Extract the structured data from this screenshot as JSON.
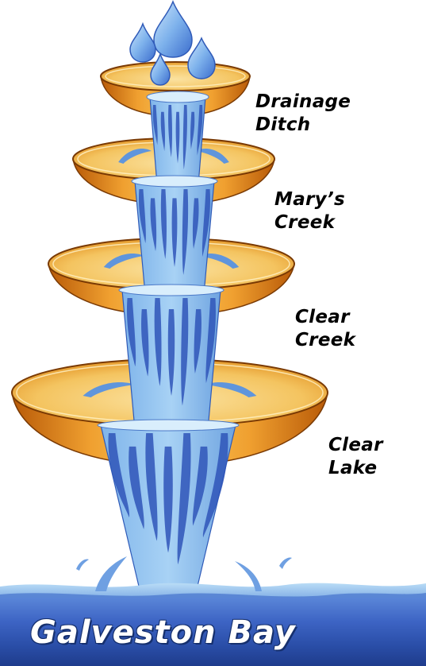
{
  "tiers": [
    {
      "line1": "Drainage",
      "line2": "Ditch"
    },
    {
      "line1": "Mary’s",
      "line2": "Creek"
    },
    {
      "line1": "Clear",
      "line2": "Creek"
    },
    {
      "line1": "Clear",
      "line2": "Lake"
    }
  ],
  "bay": {
    "title": "Galveston Bay"
  },
  "colors": {
    "bowl_rim": "#f2c96a",
    "bowl_body": "#e98b1e",
    "water_light": "#c8e4f8",
    "water_dark": "#2f55b8",
    "bay_band": "#3d64c4"
  }
}
